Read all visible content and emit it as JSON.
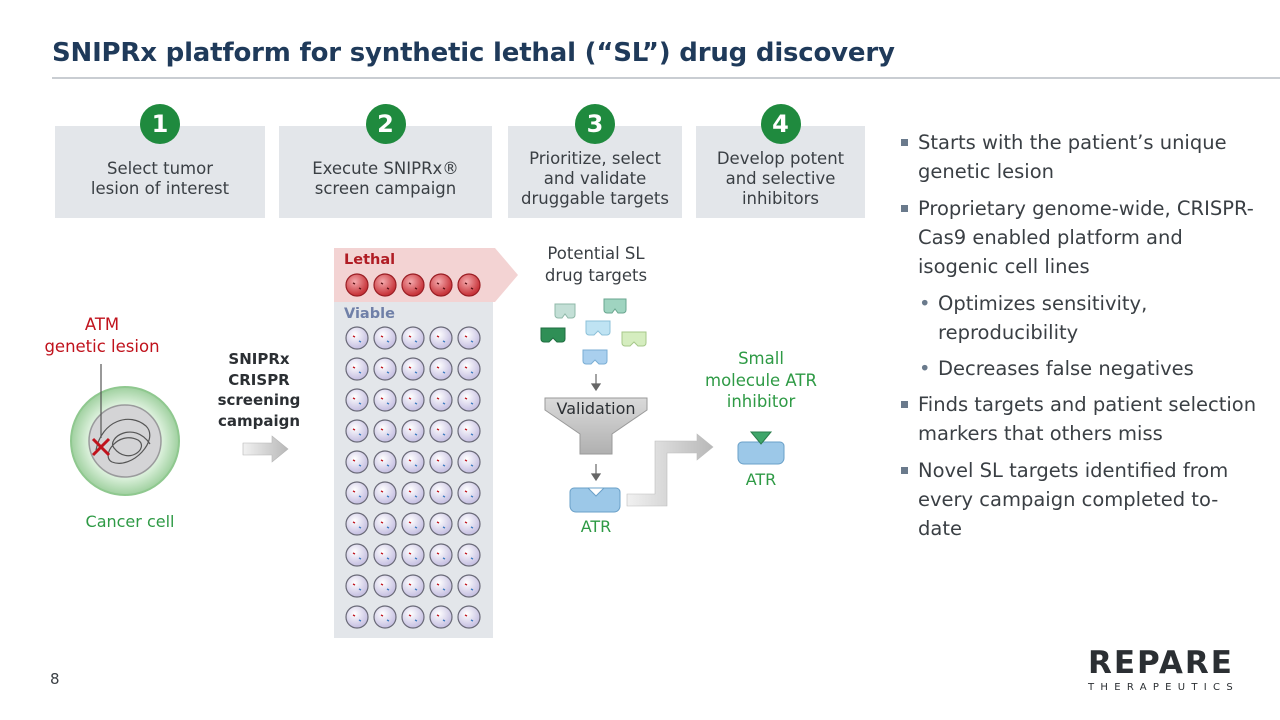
{
  "title": "SNIPRx platform for synthetic lethal (“SL”) drug discovery",
  "steps": [
    {
      "num": "1",
      "text": "Select tumor\nlesion of interest"
    },
    {
      "num": "2",
      "text": "Execute SNIPRx®\nscreen campaign"
    },
    {
      "num": "3",
      "text": "Prioritize, select\nand validate\ndruggable targets"
    },
    {
      "num": "4",
      "text": "Develop potent\nand selective\ninhibitors"
    }
  ],
  "diagram": {
    "atm_label": "ATM\ngenetic lesion",
    "cancer_cell_label": "Cancer cell",
    "screen_label": "SNIPRx\nCRISPR\nscreening\ncampaign",
    "lethal_label": "Lethal",
    "viable_label": "Viable",
    "potential_label": "Potential SL\ndrug targets",
    "validation_label": "Validation",
    "atr_label": "ATR",
    "small_molecule_label": "Small\nmolecule ATR\ninhibitor",
    "atr_label_2": "ATR"
  },
  "bullets": [
    {
      "level": 1,
      "text": "Starts with the patient’s unique genetic lesion"
    },
    {
      "level": 1,
      "text": "Proprietary genome-wide, CRISPR-Cas9 enabled platform and isogenic cell lines"
    },
    {
      "level": 2,
      "text": "Optimizes sensitivity, reproducibility"
    },
    {
      "level": 2,
      "text": "Decreases false negatives"
    },
    {
      "level": 1,
      "text": "Finds targets and patient selection markers that others miss"
    },
    {
      "level": 1,
      "text": "Novel SL targets identified from every campaign completed to-date"
    }
  ],
  "page_number": "8",
  "logo": {
    "main": "REPARE",
    "sub": "THERAPEUTICS"
  },
  "colors": {
    "title": "#1f3a5a",
    "step_number": "#1f8a3e",
    "step_box": "#e3e6ea",
    "lethal": "#b01c24",
    "viable": "#7080a8",
    "green_text": "#2e9a45",
    "atr_blue": "#9cc8e8"
  }
}
